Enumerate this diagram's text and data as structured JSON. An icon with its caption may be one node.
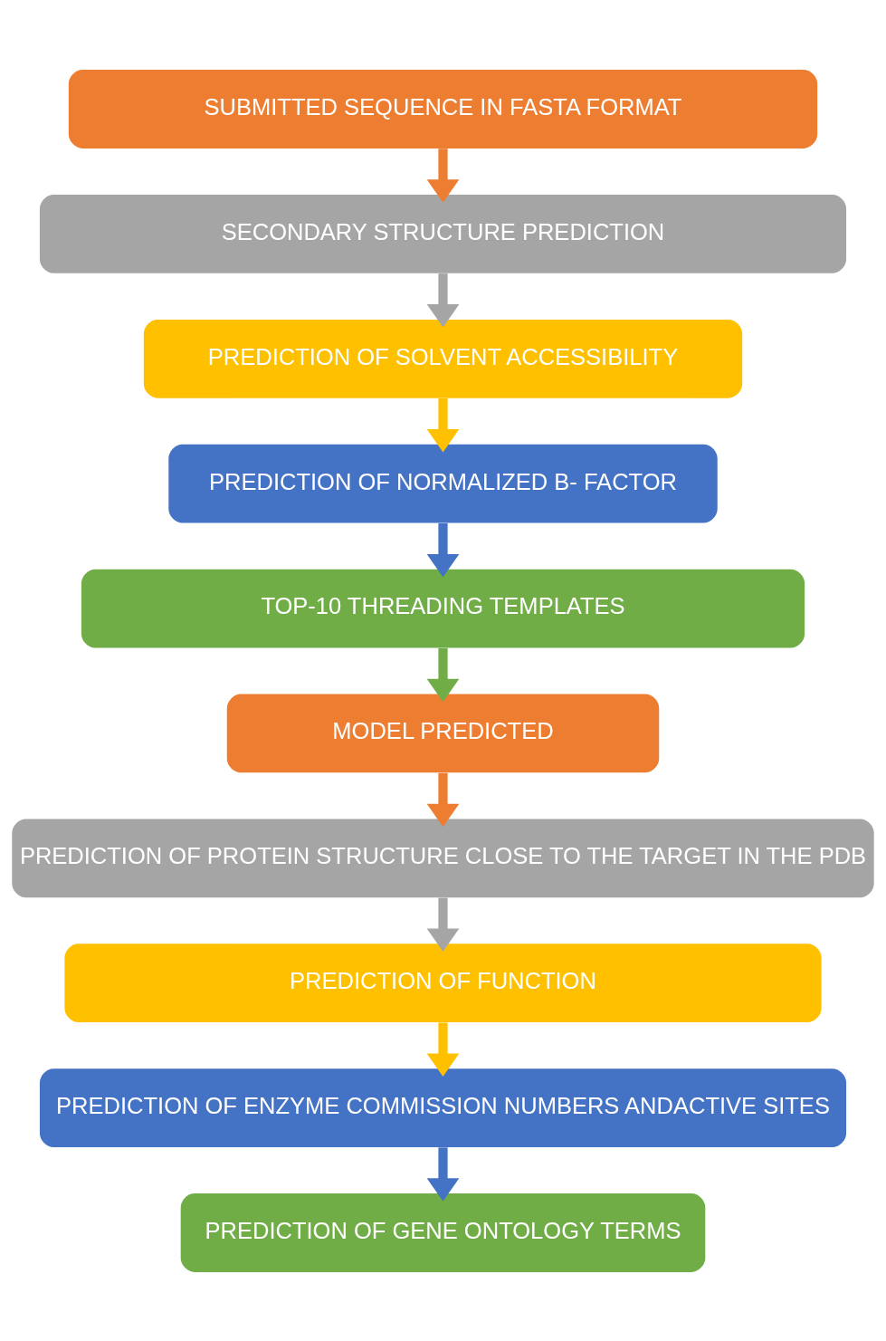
{
  "diagram": {
    "nodes": [
      {
        "text": [
          "SUBMITTED SEQUENCE IN FASTA FORMAT"
        ]
      },
      {
        "text": [
          "SECONDARY STRUCTURE PREDICTION"
        ]
      },
      {
        "text": [
          "PREDICTION OF SOLVENT ACCESSIBILITY"
        ]
      },
      {
        "text": [
          "PREDICTION OF NORMALIZED B- FACTOR"
        ]
      },
      {
        "text": [
          "TOP-10 THREADING TEMPLATES"
        ]
      },
      {
        "text": [
          "MODEL PREDICTED"
        ]
      },
      {
        "text": [
          "PREDICTION OF PROTEIN STRUCTURE CLOSE TO THE TARGET IN THE PDB"
        ]
      },
      {
        "text": [
          "PREDICTION OF FUNCTION"
        ]
      },
      {
        "text": [
          "PREDICTION OF ENZYME COMMISSION NUMBERS ANDACTIVE SITES"
        ]
      },
      {
        "text": [
          "PREDICTION OF GENE ONTOLOGY TERMS"
        ]
      }
    ],
    "edges": [
      {
        "from": 0,
        "to": 1,
        "arrow": "to",
        "color": "#ed7d31"
      },
      {
        "from": 1,
        "to": 2,
        "arrow": "to",
        "color": "#a5a5a5"
      },
      {
        "from": 2,
        "to": 3,
        "arrow": "to",
        "color": "#ffc000"
      },
      {
        "from": 3,
        "to": 4,
        "arrow": "to",
        "color": "#4472c4"
      },
      {
        "from": 4,
        "to": 5,
        "arrow": "to",
        "color": "#70ad47"
      },
      {
        "from": 5,
        "to": 6,
        "arrow": "to",
        "color": "#ed7d31"
      },
      {
        "from": 6,
        "to": 7,
        "arrow": "to",
        "color": "#a5a5a5"
      },
      {
        "from": 7,
        "to": 8,
        "arrow": "to",
        "color": "#ffc000"
      },
      {
        "from": 8,
        "to": 9,
        "arrow": "to",
        "color": "#4472c4"
      }
    ]
  }
}
